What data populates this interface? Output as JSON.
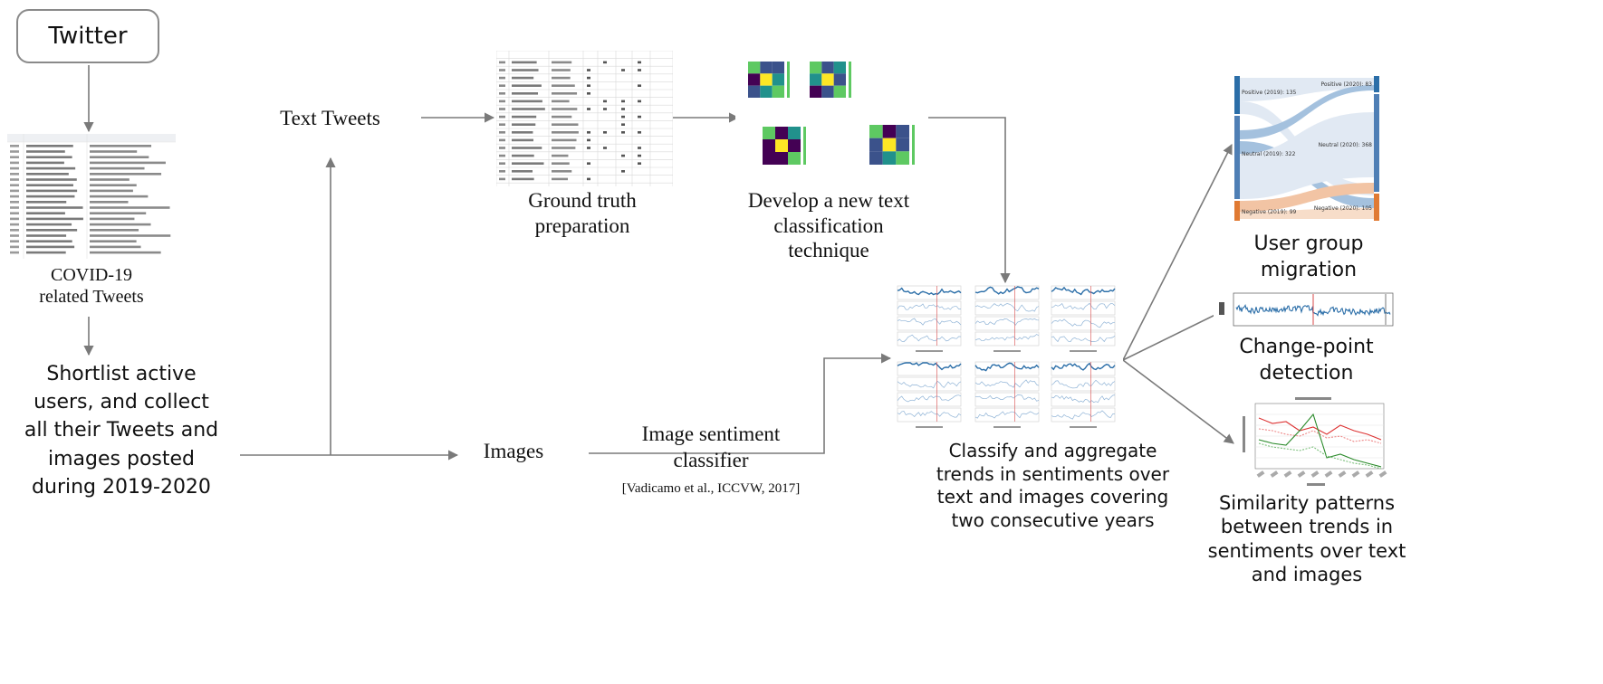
{
  "nodes": {
    "twitter": "Twitter",
    "covid_tweets": [
      "COVID-19",
      "related Tweets"
    ],
    "shortlist": [
      "Shortlist active",
      "users, and collect",
      "all their Tweets and",
      "images posted",
      "during 2019-2020"
    ],
    "text_tweets": "Text Tweets",
    "images": "Images",
    "image_classifier": [
      "Image sentiment",
      "classifier"
    ],
    "citation": "[Vadicamo et al., ICCVW, 2017]",
    "ground_truth": [
      "Ground truth",
      "preparation"
    ],
    "develop": [
      "Develop a new text",
      "classification",
      "technique"
    ],
    "classify": [
      "Classify and aggregate",
      "trends in sentiments over",
      "text and images covering",
      "two consecutive years"
    ],
    "user_group": [
      "User group",
      "migration"
    ],
    "change_point": [
      "Change-point",
      "detection"
    ],
    "similarity": [
      "Similarity patterns",
      "between trends in",
      "sentiments over text",
      "and images"
    ]
  },
  "sankey_labels": {
    "pos2019": "Positive (2019): 135",
    "neu2019": "Neutral (2019): 322",
    "neg2019": "Negative (2019): 99",
    "pos2020": "Positive (2020): 83",
    "neu2020": "Neutral (2020): 368",
    "neg2020": "Negative (2020): 105"
  },
  "colors": {
    "arrow": "#7a7a7a",
    "series_blue": "#2b6ea8",
    "sankey_blue": "#5b8fc4",
    "sankey_orange": "#e8955a",
    "viridis_dark": "#3b1f5a",
    "viridis_yellow": "#f5e31c"
  }
}
